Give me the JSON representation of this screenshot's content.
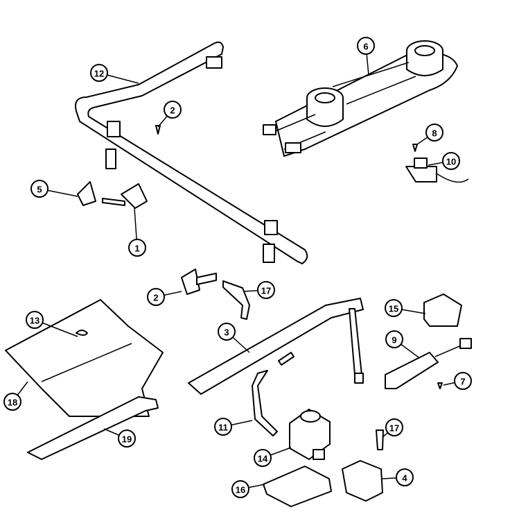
{
  "diagram": {
    "type": "parts-exploded-view",
    "callouts": [
      {
        "id": "c12",
        "label": "12",
        "part": "burner-manifold-tube"
      },
      {
        "id": "c2a",
        "label": "2",
        "part": "screw"
      },
      {
        "id": "c6",
        "label": "6",
        "part": "burner-assembly"
      },
      {
        "id": "c8",
        "label": "8",
        "part": "screw"
      },
      {
        "id": "c10",
        "label": "10",
        "part": "igniter-switch"
      },
      {
        "id": "c5",
        "label": "5",
        "part": "valve-bracket"
      },
      {
        "id": "c1",
        "label": "1",
        "part": "burner-valve"
      },
      {
        "id": "c2b",
        "label": "2",
        "part": "valve"
      },
      {
        "id": "c17a",
        "label": "17",
        "part": "tube-fitting"
      },
      {
        "id": "c15",
        "label": "15",
        "part": "module"
      },
      {
        "id": "c3",
        "label": "3",
        "part": "oven-burner-tube"
      },
      {
        "id": "c13",
        "label": "13",
        "part": "clip"
      },
      {
        "id": "c9",
        "label": "9",
        "part": "igniter"
      },
      {
        "id": "c7",
        "label": "7",
        "part": "screw"
      },
      {
        "id": "c18",
        "label": "18",
        "part": "baffle"
      },
      {
        "id": "c11",
        "label": "11",
        "part": "tube"
      },
      {
        "id": "c17b",
        "label": "17",
        "part": "fitting"
      },
      {
        "id": "c19",
        "label": "19",
        "part": "broil-burner"
      },
      {
        "id": "c14",
        "label": "14",
        "part": "pressure-regulator"
      },
      {
        "id": "c4",
        "label": "4",
        "part": "safety-valve"
      },
      {
        "id": "c16",
        "label": "16",
        "part": "bracket"
      }
    ]
  }
}
